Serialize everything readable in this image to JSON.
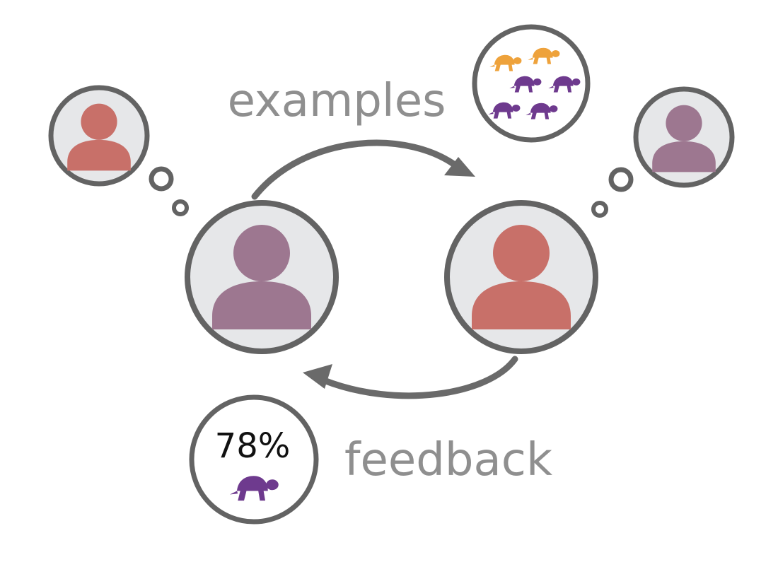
{
  "labels": {
    "examples": "examples",
    "feedback": "feedback",
    "score": "78%"
  },
  "colors": {
    "ring": "#636363",
    "avatar_bg": "#e6e7e9",
    "person_purple": "#9d7790",
    "person_coral": "#c87069",
    "turtle_purple": "#6e3a8e",
    "turtle_orange": "#eea23b",
    "label_gray": "#8f8f8f",
    "score_text": "#111111"
  },
  "icons": {
    "person": "person-icon",
    "turtle": "turtle-icon",
    "arrow": "curved-arrow-icon",
    "thought_bubble": "thought-bubble-icon"
  },
  "examples_turtles": [
    "orange",
    "orange",
    "purple",
    "purple",
    "purple",
    "purple"
  ]
}
